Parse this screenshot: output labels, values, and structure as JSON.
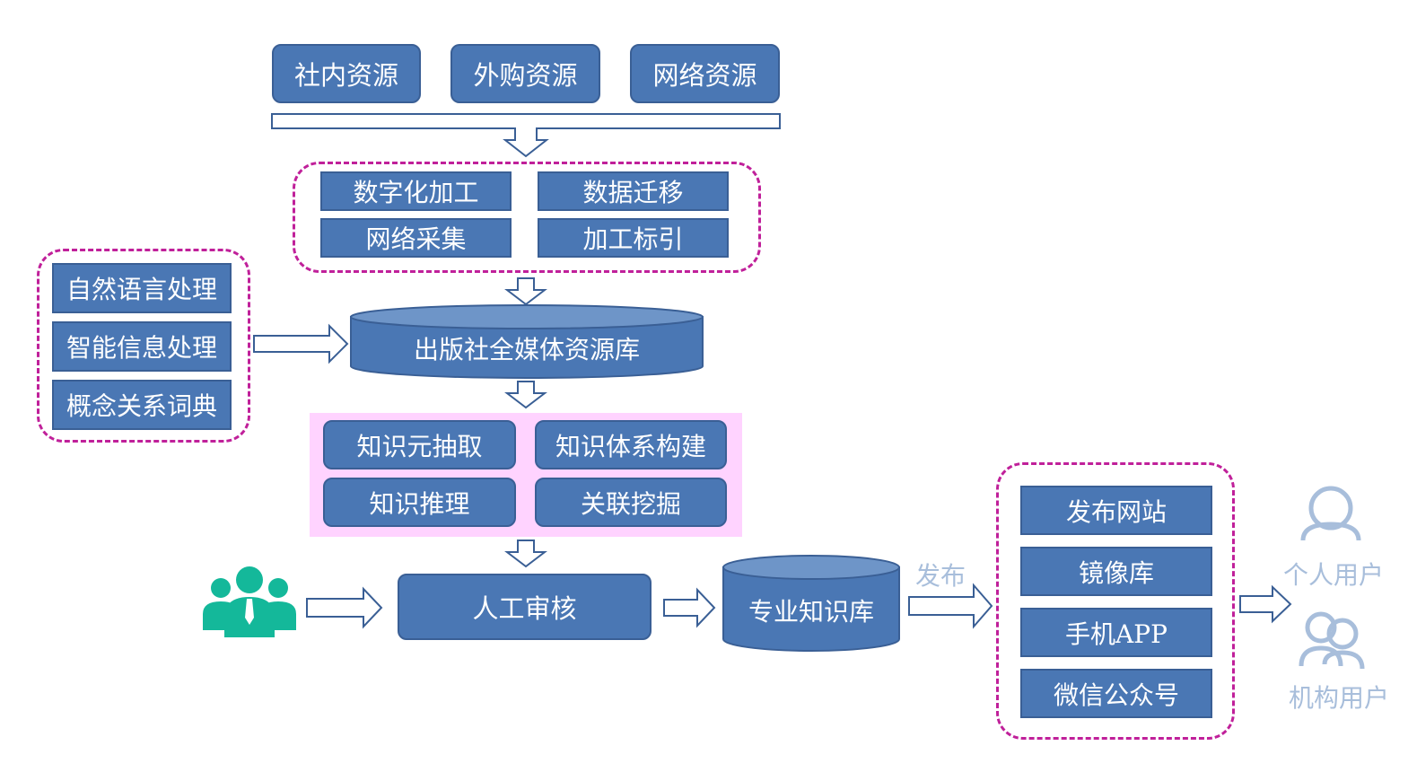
{
  "sources": [
    "社内资源",
    "外购资源",
    "网络资源"
  ],
  "processing": [
    "数字化加工",
    "数据迁移",
    "网络采集",
    "加工标引"
  ],
  "tools": [
    "自然语言处理",
    "智能信息处理",
    "概念关系词典"
  ],
  "resource_db": "出版社全媒体资源库",
  "knowledge_ops": [
    "知识元抽取",
    "知识体系构建",
    "知识推理",
    "关联挖掘"
  ],
  "review": "人工审核",
  "knowledge_db": "专业知识库",
  "publish_label": "发布",
  "channels": [
    "发布网站",
    "镜像库",
    "手机APP",
    "微信公众号"
  ],
  "users": [
    "个人用户",
    "机构用户"
  ],
  "colors": {
    "box_fill": "#4a77b4",
    "dashed_border": "#c0209a",
    "pink_panel": "#ffd3ff",
    "people_icon": "#14b89a",
    "user_icon": "#a8bedb"
  }
}
